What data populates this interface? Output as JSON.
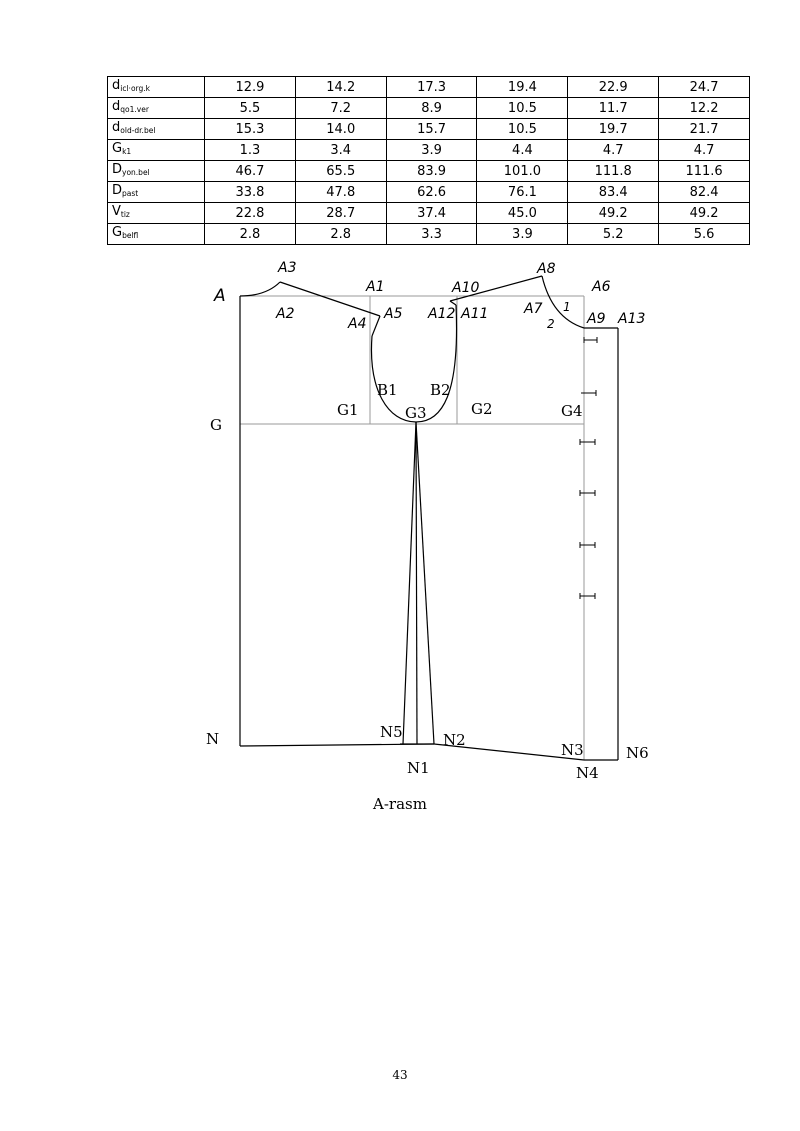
{
  "table": {
    "rows": [
      {
        "main": "d",
        "sub": "icl·org.k",
        "values": [
          "12.9",
          "14.2",
          "17.3",
          "19.4",
          "22.9",
          "24.7"
        ]
      },
      {
        "main": "d",
        "sub": "qo1.ver",
        "values": [
          "5.5",
          "7.2",
          "8.9",
          "10.5",
          "11.7",
          "12.2"
        ]
      },
      {
        "main": "d",
        "sub": "old-dr.bel",
        "values": [
          "15.3",
          "14.0",
          "15.7",
          "10.5",
          "19.7",
          "21.7"
        ]
      },
      {
        "main": "G",
        "sub": "k1",
        "values": [
          "1.3",
          "3.4",
          "3.9",
          "4.4",
          "4.7",
          "4.7"
        ]
      },
      {
        "main": "D",
        "sub": "yon.bel",
        "values": [
          "46.7",
          "65.5",
          "83.9",
          "101.0",
          "111.8",
          "111.6"
        ]
      },
      {
        "main": "D",
        "sub": "past",
        "values": [
          "33.8",
          "47.8",
          "62.6",
          "76.1",
          "83.4",
          "82.4"
        ]
      },
      {
        "main": "V",
        "sub": "tiz",
        "values": [
          "22.8",
          "28.7",
          "37.4",
          "45.0",
          "49.2",
          "49.2"
        ]
      },
      {
        "main": "G",
        "sub": "belfl",
        "values": [
          "2.8",
          "2.8",
          "3.3",
          "3.9",
          "5.2",
          "5.6"
        ]
      }
    ]
  },
  "figure": {
    "labels": {
      "A": "A",
      "A1": "A1",
      "A2": "A2",
      "A3": "A3",
      "A4": "A4",
      "A5": "A5",
      "A6": "A6",
      "A7": "A7",
      "A8": "A8",
      "A9": "A9",
      "A10": "A10",
      "A11": "A11",
      "A12": "A12",
      "A13": "A13",
      "mark1": "1",
      "mark2": "2",
      "B1": "B1",
      "B2": "B2",
      "G": "G",
      "G1": "G1",
      "G2": "G2",
      "G3": "G3",
      "G4": "G4",
      "N": "N",
      "N1": "N1",
      "N2": "N2",
      "N3": "N3",
      "N4": "N4",
      "N5": "N5",
      "N6": "N6"
    }
  },
  "caption": "A-rasm",
  "page_number": "43"
}
